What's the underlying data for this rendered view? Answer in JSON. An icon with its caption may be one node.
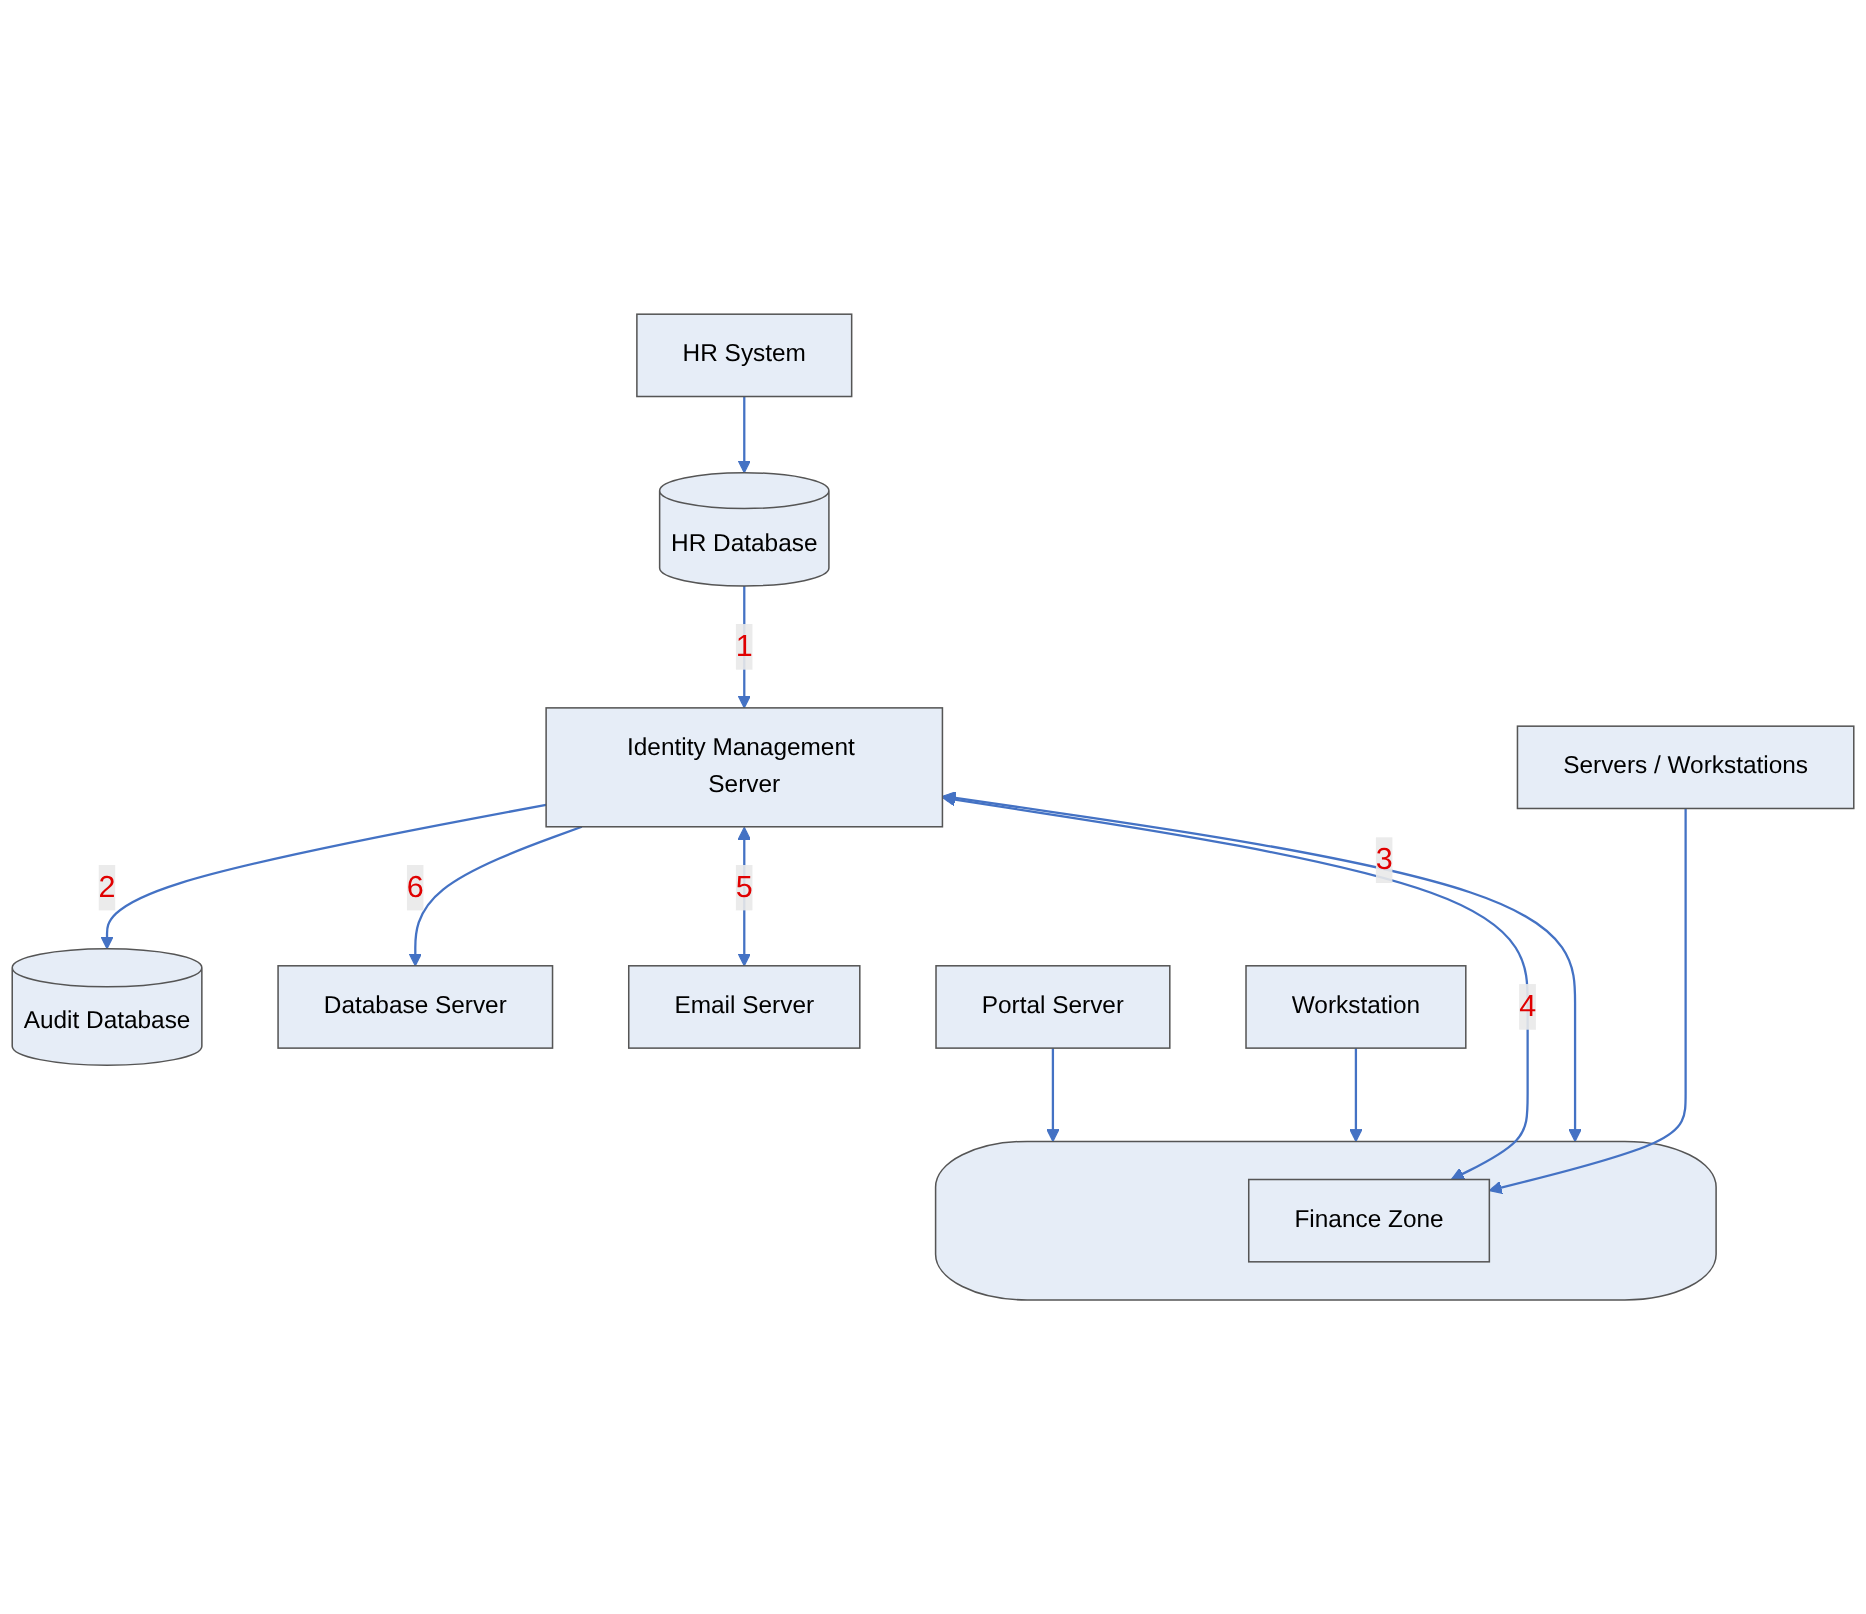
{
  "diagram": {
    "nodes": [
      {
        "text": [
          "HR System"
        ]
      },
      {
        "text": [
          "HR Database"
        ]
      },
      {
        "text": [
          "Identity Management Server"
        ]
      },
      {
        "text": [
          "Audit Database"
        ]
      },
      {
        "text": [
          "Database Server"
        ]
      },
      {
        "text": [
          "Email Server"
        ]
      },
      {
        "text": [
          "Portal Server"
        ]
      },
      {
        "text": [],
        "shape": "cylinder"
      },
      {
        "text": [
          "Workstation"
        ]
      },
      {
        "text": [
          "Finance Zone"
        ],
        "in": 7
      },
      {
        "text": [
          "Servers / Workstations"
        ]
      }
    ],
    "edges": [
      {
        "from": 0,
        "to": 1,
        "arrow": "to"
      },
      {
        "from": 1,
        "to": 2,
        "arrow": "to",
        "label": "1"
      },
      {
        "from": 2,
        "to": 3,
        "arrow": "to",
        "label": "2"
      },
      {
        "from": 2,
        "to": 4,
        "arrow": "to",
        "label": "6"
      },
      {
        "from": 2,
        "to": 5,
        "arrow": "both",
        "label": "5"
      },
      {
        "from": 2,
        "to": 7,
        "arrow": "both",
        "label": "3"
      },
      {
        "from": 2,
        "to": 9,
        "arrow": "both",
        "label": "4"
      },
      {
        "from": 6,
        "to": 7,
        "arrow": "to"
      },
      {
        "from": 8,
        "to": 7,
        "arrow": "to"
      },
      {
        "from": 10,
        "to": 9,
        "arrow": "to"
      }
    ]
  }
}
